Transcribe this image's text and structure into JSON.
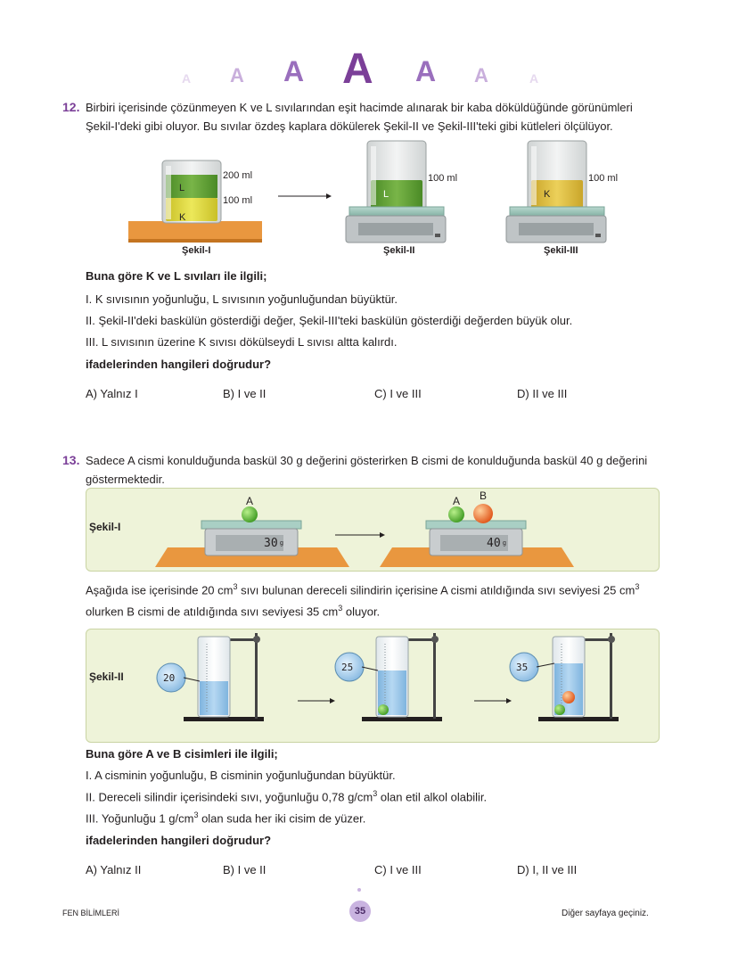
{
  "header_letters": [
    "A",
    "A",
    "A",
    "A",
    "A",
    "A",
    "A"
  ],
  "q12": {
    "number": "12.",
    "text_line1": "Birbiri içerisinde çözünmeyen K ve L sıvılarından eşit hacimde alınarak bir kaba döküldüğünde görünümleri",
    "text_line2": "Şekil-I'deki gibi oluyor. Bu sıvılar özdeş kaplara dökülerek Şekil-II ve Şekil-III'teki gibi kütleleri ölçülüyor.",
    "figure": {
      "beaker1_label_200": "200 ml",
      "beaker1_label_100": "100 ml",
      "liquid_L": "L",
      "liquid_K": "K",
      "beaker2_label": "100 ml",
      "beaker3_label": "100 ml",
      "caption1": "Şekil-I",
      "caption2": "Şekil-II",
      "caption3": "Şekil-III"
    },
    "lead": "Buna göre K ve L sıvıları ile ilgili;",
    "items": [
      "I.  K sıvısının yoğunluğu, L sıvısının yoğunluğundan büyüktür.",
      "II.  Şekil-II'deki baskülün gösterdiği değer, Şekil-III'teki baskülün gösterdiği değerden büyük olur.",
      "III. L sıvısının üzerine K sıvısı dökülseydi L sıvısı altta kalırdı."
    ],
    "question": "ifadelerinden hangileri doğrudur?",
    "options": [
      "A) Yalnız I",
      "B) I ve II",
      "C) I ve III",
      "D) II ve III"
    ]
  },
  "q13": {
    "number": "13.",
    "text_line1": "Sadece A cismi konulduğunda baskül 30 g değerini gösterirken B cismi de konulduğunda baskül 40 g değerini",
    "text_line2": "göstermektedir.",
    "fig1": {
      "caption": "Şekil-I",
      "label_A": "A",
      "label_B": "B",
      "scale1_value": "30",
      "scale2_value": "40",
      "unit": "g"
    },
    "mid_line1_a": "Aşağıda ise içerisinde 20 cm",
    "mid_line1_b": " sıvı bulunan dereceli silindirin içerisine A cismi atıldığında sıvı seviyesi 25 cm",
    "mid_line2_a": "olurken B cismi de atıldığında sıvı seviyesi 35 cm",
    "mid_line2_b": " oluyor.",
    "sup3": "3",
    "fig2": {
      "caption": "Şekil-II",
      "readings": [
        "20",
        "25",
        "35"
      ]
    },
    "lead": "Buna göre A ve B cisimleri ile ilgili;",
    "item1": "I.  A cisminin yoğunluğu, B cisminin yoğunluğundan büyüktür.",
    "item2_a": "II.  Dereceli silindir içerisindeki sıvı, yoğunluğu 0,78 g/cm",
    "item2_b": " olan etil alkol olabilir.",
    "item3_a": "III. Yoğunluğu 1 g/cm",
    "item3_b": " olan suda her iki cisim de yüzer.",
    "question": "ifadelerinden hangileri doğrudur?",
    "options": [
      "A) Yalnız II",
      "B) I ve II",
      "C) I ve III",
      "D) I, II ve III"
    ]
  },
  "footer": {
    "subject": "FEN BİLİMLERİ",
    "page": "35",
    "next": "Diğer sayfaya geçiniz."
  },
  "colors": {
    "accent": "#7b3f98",
    "liquid_L": "#5a9a2e",
    "liquid_K": "#d6d23a",
    "liquid_blue": "#9cc9ea",
    "panel": "#eef3d9",
    "table": "#e9973f"
  }
}
